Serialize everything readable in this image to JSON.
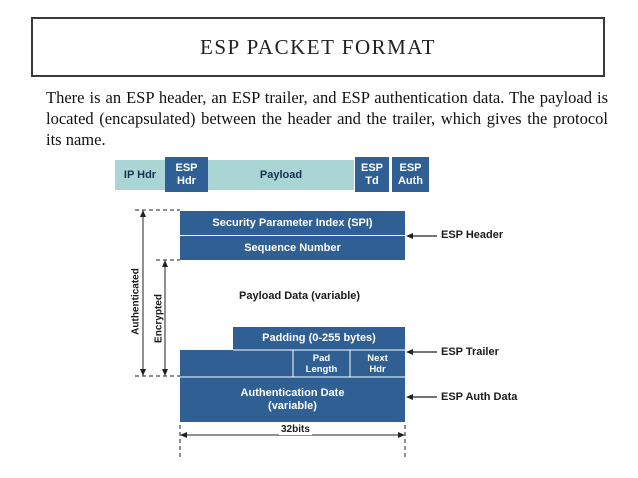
{
  "slide": {
    "title": "ESP PACKET FORMAT",
    "description": "There is an ESP header, an ESP trailer, and ESP authentication data. The payload is located (encapsulated) between the header and the trailer, which gives the protocol its name."
  },
  "diagram": {
    "top_bar": {
      "ip_hdr": "IP Hdr",
      "esp_hdr": "ESP\nHdr",
      "payload": "Payload",
      "esp_td": "ESP\nTd",
      "esp_auth": "ESP\nAuth"
    },
    "spi": "Security Parameter Index (SPI)",
    "sequence": "Sequence Number",
    "payload_data": "Payload Data (variable)",
    "padding": "Padding (0-255 bytes)",
    "pad_length": "Pad\nLength",
    "next_hdr": "Next\nHdr",
    "auth_data": "Authentication Date\n(variable)",
    "width_label": "32bits",
    "side_labels": {
      "authenticated": "Authenticated",
      "encrypted": "Encrypted"
    },
    "callouts": {
      "esp_header": "ESP Header",
      "esp_trailer": "ESP Trailer",
      "esp_auth_data": "ESP Auth Data"
    },
    "colors": {
      "dark_blue": "#2f5f93",
      "light_teal": "#a9d6d5"
    }
  }
}
